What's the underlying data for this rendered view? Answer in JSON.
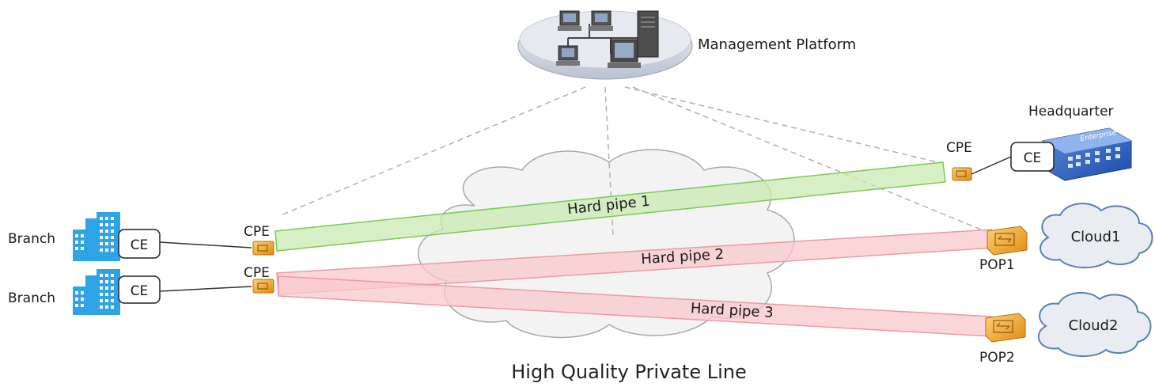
{
  "management": {
    "label": "Management Platform"
  },
  "headquarter": {
    "label": "Headquarter",
    "building_text": "Enterprise",
    "ce": "CE",
    "cpe": "CPE"
  },
  "branch1": {
    "label": "Branch",
    "ce": "CE",
    "cpe": "CPE"
  },
  "branch2": {
    "label": "Branch",
    "ce": "CE",
    "cpe": "CPE"
  },
  "pop1": {
    "label": "POP1",
    "cloud": "Cloud1"
  },
  "pop2": {
    "label": "POP2",
    "cloud": "Cloud2"
  },
  "pipes": [
    {
      "label": "Hard pipe 1",
      "color": "#8fd46a"
    },
    {
      "label": "Hard pipe 2",
      "color": "#f2a0a8"
    },
    {
      "label": "Hard pipe 3",
      "color": "#f2a0a8"
    }
  ],
  "network_label": "High Quality Private Line",
  "colors": {
    "building": "#2fa3e6",
    "cpe": "#f0a830",
    "cloud_fill": "#e9edf2",
    "cloud_stroke": "#5a7fb8",
    "dash": "#b0b0b0"
  }
}
